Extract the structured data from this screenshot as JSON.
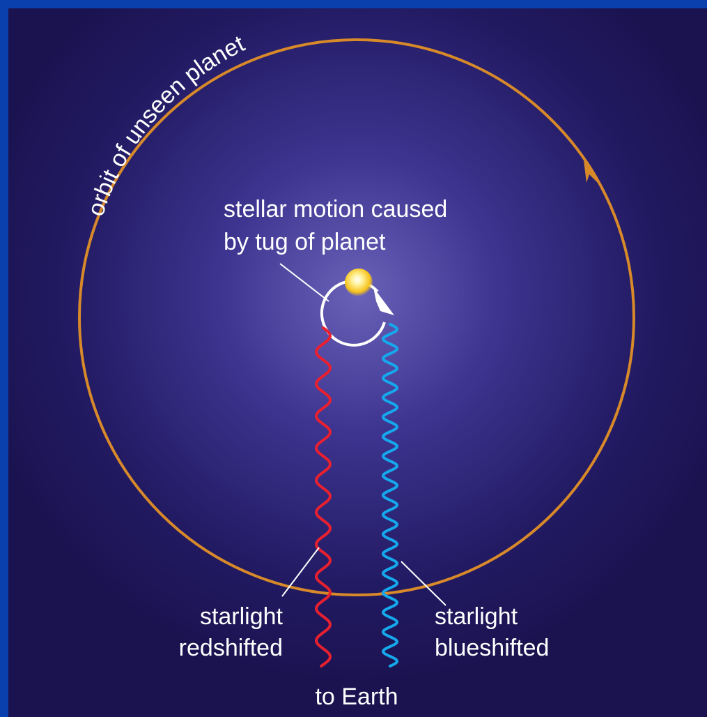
{
  "labels": {
    "orbit": "orbit of unseen planet",
    "stellar_motion_line1": "stellar motion caused",
    "stellar_motion_line2": "by tug of planet",
    "red_line1": "starlight",
    "red_line2": "redshifted",
    "blue_line1": "starlight",
    "blue_line2": "blueshifted",
    "earth": "to Earth"
  },
  "colors": {
    "border": "#0a3fae",
    "background_outer": "#1b1350",
    "background_glow": "#5a52a8",
    "orbit": "#d88a2a",
    "redshift_wave": "#e8202f",
    "blueshift_wave": "#15a8ec",
    "stellar_orbit": "#ffffff",
    "star": "#ffe066"
  }
}
